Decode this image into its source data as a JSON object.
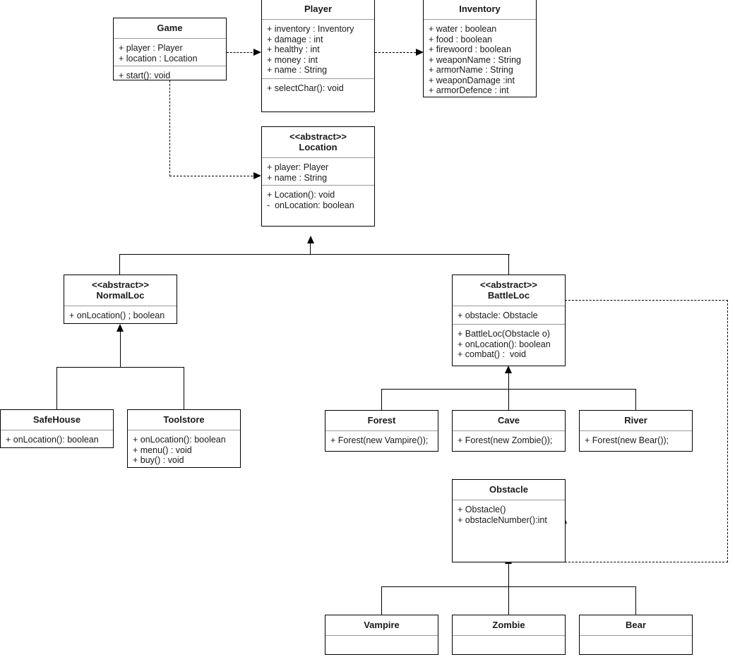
{
  "diagram": {
    "title": "Game UML Class Diagram",
    "type": "uml-class-diagram",
    "background_color": "#ffffff",
    "line_color": "#000000",
    "separator_color": "#9a9a9a"
  },
  "classes": {
    "game": {
      "name": "Game",
      "stereotype": "",
      "attributes": [
        "+ player : Player",
        "+ location : Location"
      ],
      "methods": [
        "+ start(): void"
      ]
    },
    "player": {
      "name": "Player",
      "stereotype": "",
      "attributes": [
        "+ inventory : Inventory",
        "+ damage : int",
        "+ healthy : int",
        "+ money : int",
        "+ name : String"
      ],
      "methods": [
        "+ selectChar(): void"
      ]
    },
    "inventory": {
      "name": "Inventory",
      "stereotype": "",
      "attributes": [
        "+ water : boolean",
        "+ food : boolean",
        "+ firewoord : boolean",
        "+ weaponName : String",
        "+ armorName : String",
        "+ weaponDamage :int",
        "+ armorDefence : int"
      ],
      "methods": []
    },
    "location": {
      "name": "Location",
      "stereotype": "<<abstract>>",
      "attributes": [
        "+ player: Player",
        "+ name : String"
      ],
      "methods": [
        "+ Location(): void",
        "-  onLocation: boolean"
      ]
    },
    "normalloc": {
      "name": "NormalLoc",
      "stereotype": "<<abstract>>",
      "attributes": [
        "+ onLocation() ; boolean"
      ],
      "methods": []
    },
    "battleloc": {
      "name": "BattleLoc",
      "stereotype": "<<abstract>>",
      "attributes": [
        "+ obstacle: Obstacle"
      ],
      "methods": [
        "+ BattleLoc(Obstacle o)",
        "+ onLocation(): boolean",
        "+ combat() :  void"
      ]
    },
    "safehouse": {
      "name": "SafeHouse",
      "stereotype": "",
      "attributes": [
        "+ onLocation(): boolean"
      ],
      "methods": []
    },
    "toolstore": {
      "name": "Toolstore",
      "stereotype": "",
      "attributes": [
        "+ onLocation(): boolean",
        "+ menu() : void",
        "+ buy() : void"
      ],
      "methods": []
    },
    "forest": {
      "name": "Forest",
      "stereotype": "",
      "attributes": [
        "+ Forest(new Vampire());"
      ],
      "methods": []
    },
    "cave": {
      "name": "Cave",
      "stereotype": "",
      "attributes": [
        "+ Forest(new Zombie());"
      ],
      "methods": []
    },
    "river": {
      "name": "River",
      "stereotype": "",
      "attributes": [
        "+ Forest(new Bear());"
      ],
      "methods": []
    },
    "obstacle": {
      "name": "Obstacle",
      "stereotype": "",
      "attributes": [
        "+ Obstacle()",
        "+ obstacleNumber():int"
      ],
      "methods": []
    },
    "vampire": {
      "name": "Vampire",
      "stereotype": "",
      "attributes": [],
      "methods": []
    },
    "zombie": {
      "name": "Zombie",
      "stereotype": "",
      "attributes": [],
      "methods": []
    },
    "bear": {
      "name": "Bear",
      "stereotype": "",
      "attributes": [],
      "methods": []
    }
  },
  "relationships": [
    {
      "from": "Game",
      "to": "Player",
      "type": "dependency-dashed-arrow"
    },
    {
      "from": "Player",
      "to": "Inventory",
      "type": "dependency-dashed-arrow"
    },
    {
      "from": "Game",
      "to": "Location",
      "type": "dependency-dashed-arrow"
    },
    {
      "from": "NormalLoc",
      "to": "Location",
      "type": "generalization"
    },
    {
      "from": "BattleLoc",
      "to": "Location",
      "type": "generalization"
    },
    {
      "from": "SafeHouse",
      "to": "NormalLoc",
      "type": "generalization"
    },
    {
      "from": "Toolstore",
      "to": "NormalLoc",
      "type": "generalization"
    },
    {
      "from": "Forest",
      "to": "BattleLoc",
      "type": "generalization"
    },
    {
      "from": "Cave",
      "to": "BattleLoc",
      "type": "generalization"
    },
    {
      "from": "River",
      "to": "BattleLoc",
      "type": "generalization"
    },
    {
      "from": "Vampire",
      "to": "Obstacle",
      "type": "generalization"
    },
    {
      "from": "Zombie",
      "to": "Obstacle",
      "type": "generalization"
    },
    {
      "from": "Bear",
      "to": "Obstacle",
      "type": "generalization"
    },
    {
      "from": "BattleLoc",
      "to": "Obstacle",
      "type": "dependency-dashed-arrow"
    }
  ]
}
